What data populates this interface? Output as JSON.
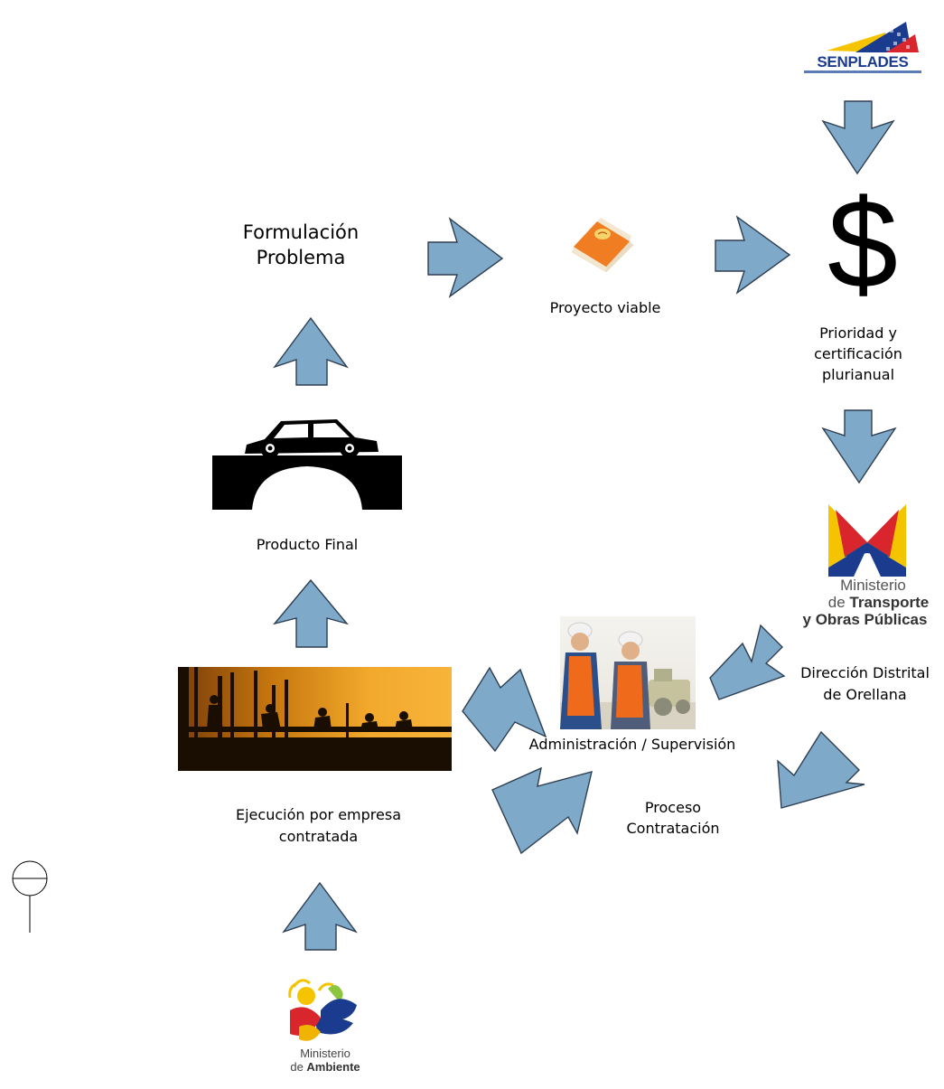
{
  "nodes": {
    "formulacion": {
      "line1": "Formulación",
      "line2": "Problema"
    },
    "proyecto": {
      "label": "Proyecto viable"
    },
    "prioridad": {
      "line1": "Prioridad y",
      "line2": "certificación",
      "line3": "plurianual"
    },
    "direccion": {
      "line1": "Dirección Distrital",
      "line2": "de Orellana"
    },
    "administracion": {
      "label": "Administración / Supervisión"
    },
    "proceso": {
      "line1": "Proceso",
      "line2": "Contratación"
    },
    "ejecucion": {
      "line1": "Ejecución por empresa",
      "line2": "contratada"
    },
    "producto": {
      "label": "Producto Final"
    }
  },
  "logos": {
    "senplades": {
      "name": "SENPLADES"
    },
    "mtop": {
      "line1": "Ministerio",
      "line2a": "de ",
      "line2b": "Transporte",
      "line3": "y Obras Públicas"
    },
    "ambiente": {
      "line1": "Ministerio",
      "line2a": "de ",
      "line2b": "Ambiente"
    }
  },
  "dollar": {
    "symbol": "$"
  },
  "colors": {
    "arrow_fill": "#7fa9c9",
    "arrow_stroke": "#2e3f52",
    "text": "#000000"
  }
}
